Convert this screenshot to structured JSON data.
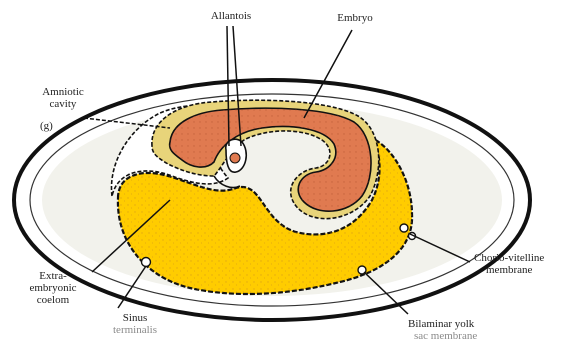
{
  "diagram": {
    "labels": {
      "allantois": "Allantois",
      "embryo": "Embryo",
      "amniotic_cavity_line1": "Amniotic",
      "amniotic_cavity_line2": "cavity",
      "panel_letter": "(g)",
      "extra_embryonic_line1": "Extra-",
      "extra_embryonic_line2": "embryonic",
      "extra_embryonic_line3": "coelom",
      "sinus_line1": "Sinus",
      "sinus_line2": "terminalis",
      "chorio_vitelline_line1": "Chorio-vitelline",
      "chorio_vitelline_line2": "membrane",
      "bilaminar_line1": "Bilaminar yolk",
      "bilaminar_line2": "sac membrane"
    },
    "colors": {
      "yolk": "#FFCC00",
      "embryo": "#E07A50",
      "amnion": "#E8D47A",
      "outline": "#111111",
      "albumen": "#F2F2EC"
    }
  }
}
